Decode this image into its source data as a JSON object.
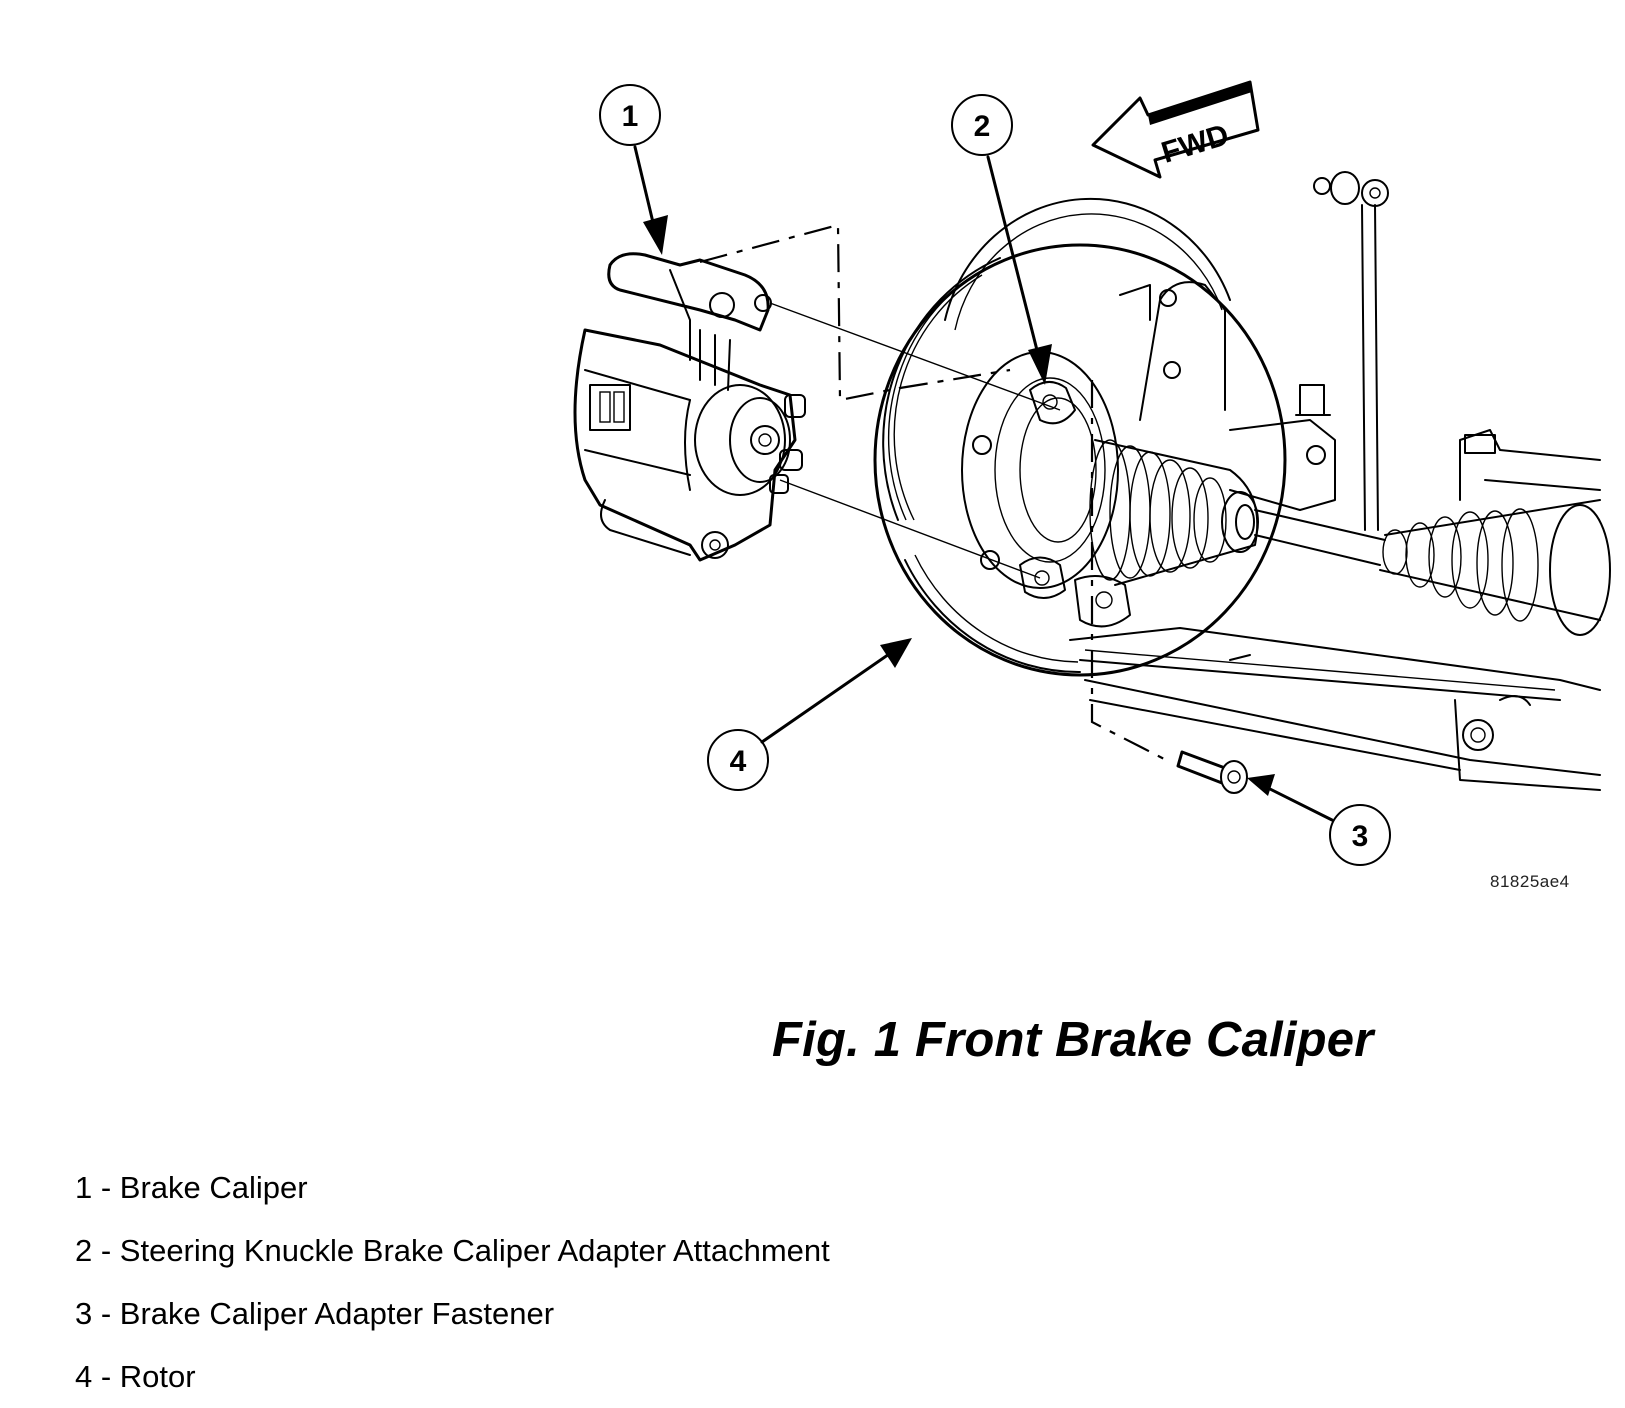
{
  "figure": {
    "callouts": [
      {
        "number": "1",
        "label": "Brake Caliper"
      },
      {
        "number": "2",
        "label": "Steering Knuckle Brake Caliper Adapter Attachment"
      },
      {
        "number": "3",
        "label": "Brake Caliper Adapter Fastener"
      },
      {
        "number": "4",
        "label": "Rotor"
      }
    ],
    "direction_label": "FWD",
    "part_number": "81825ae4"
  },
  "caption": "Fig. 1 Front Brake Caliper",
  "legend": [
    "1 - Brake Caliper",
    "2 - Steering Knuckle Brake Caliper Adapter Attachment",
    "3 - Brake Caliper Adapter Fastener",
    "4 - Rotor"
  ]
}
